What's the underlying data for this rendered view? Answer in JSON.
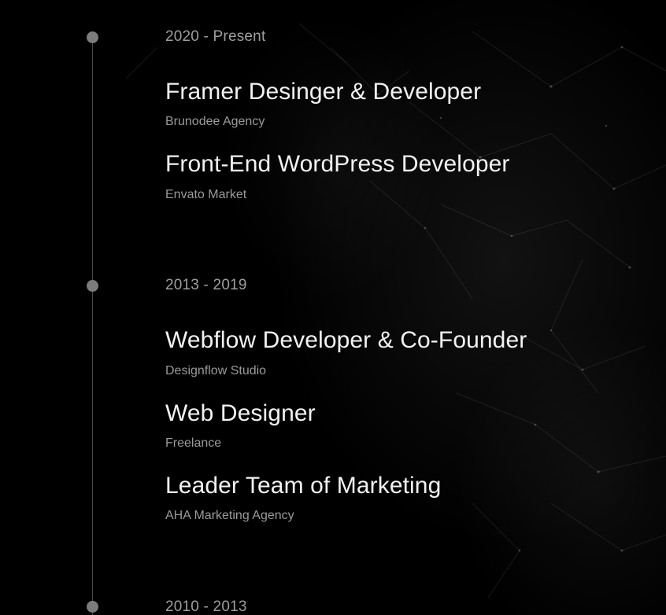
{
  "timeline": [
    {
      "period": "2020 - Present",
      "jobs": [
        {
          "title": "Framer Desinger & Developer",
          "company": "Brunodee Agency"
        },
        {
          "title": "Front-End WordPress Developer",
          "company": "Envato Market"
        }
      ]
    },
    {
      "period": "2013 - 2019",
      "jobs": [
        {
          "title": "Webflow Developer & Co-Founder",
          "company": "Designflow Studio"
        },
        {
          "title": "Web Designer",
          "company": "Freelance"
        },
        {
          "title": "Leader Team of Marketing",
          "company": "AHA Marketing Agency"
        }
      ]
    },
    {
      "period": "2010 - 2013",
      "jobs": []
    }
  ],
  "colors": {
    "background": "#000000",
    "dot": "#7c7c7c",
    "line": "#4a4a4a",
    "title": "#f2f2f2",
    "muted": "#9e9e9e"
  }
}
